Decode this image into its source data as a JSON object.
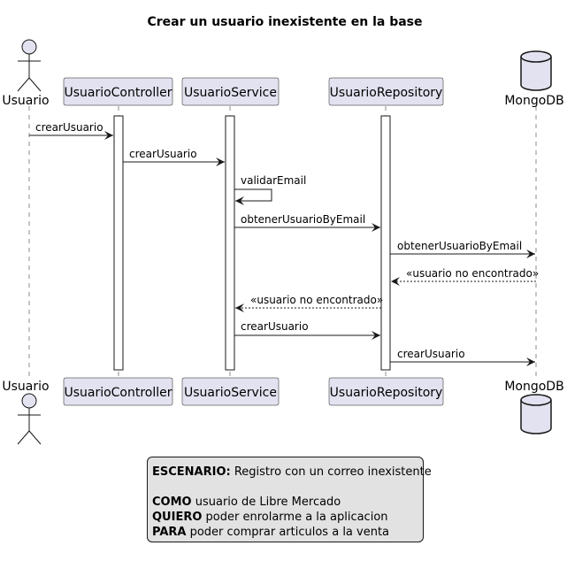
{
  "title": "Crear un usuario inexistente en la base",
  "participants": {
    "usuario": "Usuario",
    "controller": "UsuarioController",
    "service": "UsuarioService",
    "repository": "UsuarioRepository",
    "mongo": "MongoDB"
  },
  "messages": [
    {
      "label": "crearUsuario",
      "from": "Usuario",
      "to": "UsuarioController",
      "style": "solid"
    },
    {
      "label": "crearUsuario",
      "from": "UsuarioController",
      "to": "UsuarioService",
      "style": "solid"
    },
    {
      "label": "validarEmail",
      "from": "UsuarioService",
      "to": "UsuarioService",
      "style": "self"
    },
    {
      "label": "obtenerUsuarioByEmail",
      "from": "UsuarioService",
      "to": "UsuarioRepository",
      "style": "solid"
    },
    {
      "label": "obtenerUsuarioByEmail",
      "from": "UsuarioRepository",
      "to": "MongoDB",
      "style": "solid"
    },
    {
      "label": "«usuario no encontrado»",
      "from": "MongoDB",
      "to": "UsuarioRepository",
      "style": "return"
    },
    {
      "label": "«usuario no encontrado»",
      "from": "UsuarioRepository",
      "to": "UsuarioService",
      "style": "return"
    },
    {
      "label": "crearUsuario",
      "from": "UsuarioService",
      "to": "UsuarioRepository",
      "style": "solid"
    },
    {
      "label": "crearUsuario",
      "from": "UsuarioRepository",
      "to": "MongoDB",
      "style": "solid"
    }
  ],
  "note": {
    "escenario_key": "ESCENARIO:",
    "escenario_text": " Registro con un correo inexistente",
    "como_key": "COMO",
    "como_text": " usuario de Libre Mercado",
    "quiero_key": "QUIERO",
    "quiero_text": " poder enrolarme a la aplicacion",
    "para_key": "PARA",
    "para_text": " poder comprar articulos a la venta"
  },
  "colors": {
    "participant_fill": "#E2E2F0",
    "participant_border": "#181818",
    "lifeline": "#181818",
    "note_fill": "#E2E2E2"
  }
}
